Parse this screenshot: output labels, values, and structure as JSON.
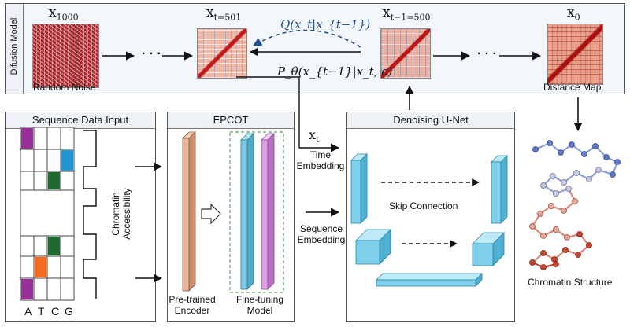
{
  "diffusion": {
    "side_label": "Difusion Model",
    "x1000": "x",
    "x1000_sub": "1000",
    "random_noise": "Random Noise",
    "xt501": "x",
    "xt501_sub": "t=501",
    "xt500": "x",
    "xt500_sub": "t−1=500",
    "x0": "x",
    "x0_sub": "0",
    "distance_map": "Distance Map",
    "q_label": "Q(x_t|x_{t−1})",
    "p_label": "P_θ(x_{t−1}|x_t, c)",
    "dots": "· · ·"
  },
  "sequence": {
    "title": "Sequence Data Input",
    "letters": [
      "A",
      "T",
      "C",
      "G"
    ],
    "ellipsis": "...",
    "chromatin_accessibility": "Chromatin Accessibility",
    "colors": {
      "purple": "#9b2f9a",
      "blue": "#2196d3",
      "green": "#1e6b2e",
      "orange": "#ef6c22"
    }
  },
  "epcot": {
    "title": "EPCOT",
    "pretrained": "Pre-trained\nEncoder",
    "finetuning": "Fine-tuning\nModel",
    "colors": {
      "encoder": "#e5b49a",
      "cyan": "#7ecbe6",
      "pink": "#d9a0e0"
    }
  },
  "middle": {
    "xt": "x",
    "xt_sub": "t",
    "time_embedding": "Time\nEmbedding",
    "sequence_embedding": "Sequence\nEmbedding"
  },
  "unet": {
    "title": "Denoising U-Net",
    "skip_connection": "Skip Connection",
    "color": "#7fd0ea"
  },
  "structure": {
    "label": "Chromatin Structure"
  }
}
